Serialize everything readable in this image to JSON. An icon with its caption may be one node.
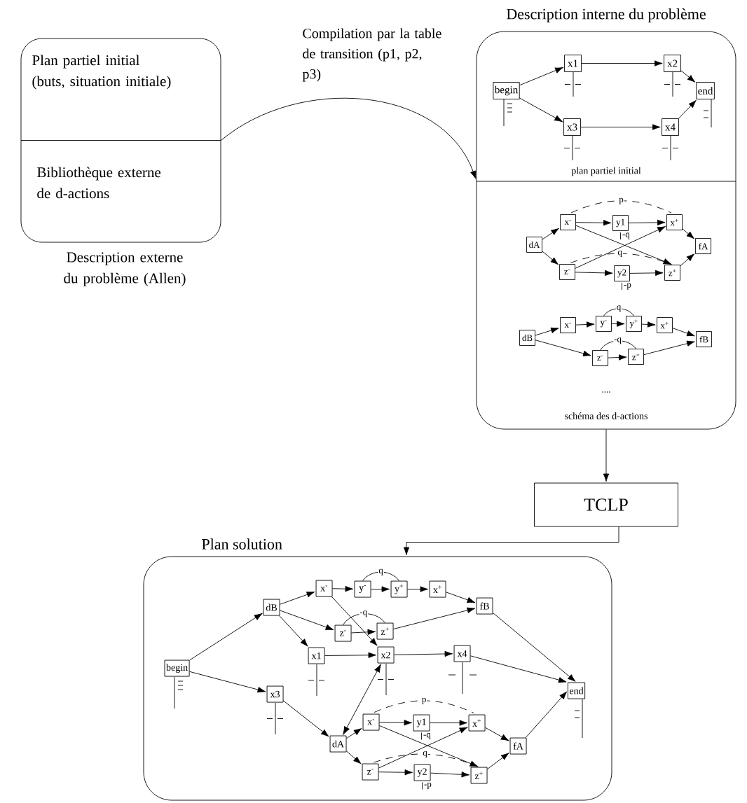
{
  "diagram": {
    "nodes": [
      {
        "text": [
          "Plan partiel initial (buts, situation initiale)",
          "Bibliothèque externe de d-actions"
        ],
        "beside": [
          "Description externe du problème (Allen)"
        ]
      },
      {
        "text": [
          "Description interne du problème",
          "plan partiel initial",
          "schéma des d-actions"
        ]
      },
      {
        "text": [
          "begin"
        ],
        "in": 1
      },
      {
        "text": [
          "x1"
        ],
        "in": 1
      },
      {
        "text": [
          "x2"
        ],
        "in": 1
      },
      {
        "text": [
          "end"
        ],
        "in": 1
      },
      {
        "text": [
          "x3"
        ],
        "in": 1
      },
      {
        "text": [
          "x4"
        ],
        "in": 1
      },
      {
        "text": [
          "dA"
        ],
        "in": 1
      },
      {
        "text": [
          "x$^{-}$"
        ],
        "in": 1
      },
      {
        "text": [
          "y1"
        ],
        "in": 1,
        "beside": [
          "-q"
        ]
      },
      {
        "text": [
          "x$^{+}$"
        ],
        "in": 1
      },
      {
        "text": [
          "z$^{-}$"
        ],
        "in": 1
      },
      {
        "text": [
          "y2"
        ],
        "in": 1,
        "beside": [
          "-p"
        ]
      },
      {
        "text": [
          "z$^{+}$"
        ],
        "in": 1
      },
      {
        "text": [
          "fA"
        ],
        "in": 1
      },
      {
        "text": [
          "dB"
        ],
        "in": 1
      },
      {
        "text": [
          "x$^{-}$"
        ],
        "in": 1
      },
      {
        "text": [
          "y$^{-}$"
        ],
        "in": 1
      },
      {
        "text": [
          "y$^{+}$"
        ],
        "in": 1
      },
      {
        "text": [
          "x$^{+}$"
        ],
        "in": 1
      },
      {
        "text": [
          "z$^{-}$"
        ],
        "in": 1
      },
      {
        "text": [
          "z$^{+}$"
        ],
        "in": 1
      },
      {
        "text": [
          "fB"
        ],
        "in": 1
      },
      {
        "text": [
          "TCLP"
        ]
      },
      {
        "text": [
          "Plan solution"
        ]
      },
      {
        "text": [
          "begin"
        ],
        "in": 25
      },
      {
        "text": [
          "dB"
        ],
        "in": 25
      },
      {
        "text": [
          "x$^{-}$"
        ],
        "in": 25
      },
      {
        "text": [
          "y$^{-}$"
        ],
        "in": 25
      },
      {
        "text": [
          "y$^{+}$"
        ],
        "in": 25
      },
      {
        "text": [
          "x$^{+}$"
        ],
        "in": 25
      },
      {
        "text": [
          "z$^{-}$"
        ],
        "in": 25
      },
      {
        "text": [
          "z$^{+}$"
        ],
        "in": 25
      },
      {
        "text": [
          "fB"
        ],
        "in": 25
      },
      {
        "text": [
          "x1"
        ],
        "in": 25
      },
      {
        "text": [
          "x2"
        ],
        "in": 25
      },
      {
        "text": [
          "x4"
        ],
        "in": 25
      },
      {
        "text": [
          "end"
        ],
        "in": 25
      },
      {
        "text": [
          "x3"
        ],
        "in": 25
      },
      {
        "text": [
          "dA"
        ],
        "in": 25
      },
      {
        "text": [
          "x$^{-}$"
        ],
        "in": 25
      },
      {
        "text": [
          "y1"
        ],
        "in": 25,
        "beside": [
          "-q"
        ]
      },
      {
        "text": [
          "x$^{+}$"
        ],
        "in": 25
      },
      {
        "text": [
          "z$^{-}$"
        ],
        "in": 25
      },
      {
        "text": [
          "y2"
        ],
        "in": 25,
        "beside": [
          "-p"
        ]
      },
      {
        "text": [
          "z$^{+}$"
        ],
        "in": 25
      },
      {
        "text": [
          "fA"
        ],
        "in": 25
      }
    ],
    "edges": [
      {
        "from": 0,
        "to": 1,
        "arrow": "to",
        "label": "Compilation par la table de transition (p1, p2, p3)"
      },
      {
        "from": 2,
        "to": 3,
        "arrow": "to"
      },
      {
        "from": 2,
        "to": 6,
        "arrow": "to"
      },
      {
        "from": 3,
        "to": 4,
        "arrow": "to"
      },
      {
        "from": 6,
        "to": 7,
        "arrow": "to"
      },
      {
        "from": 4,
        "to": 5,
        "arrow": "to"
      },
      {
        "from": 7,
        "to": 5,
        "arrow": "to"
      },
      {
        "from": 8,
        "to": 9,
        "arrow": "to"
      },
      {
        "from": 8,
        "to": 12,
        "arrow": "to"
      },
      {
        "from": 9,
        "to": 10,
        "arrow": "to"
      },
      {
        "from": 10,
        "to": 11,
        "arrow": "to"
      },
      {
        "from": 9,
        "to": 14,
        "arrow": "to"
      },
      {
        "from": 12,
        "to": 11,
        "arrow": "to"
      },
      {
        "from": 12,
        "to": 13,
        "arrow": "to"
      },
      {
        "from": 13,
        "to": 14,
        "arrow": "to"
      },
      {
        "from": 11,
        "to": 15,
        "arrow": "to"
      },
      {
        "from": 14,
        "to": 15,
        "arrow": "to"
      },
      {
        "from": 9,
        "to": 11,
        "arrow": "none",
        "style": "dashed",
        "label": "p"
      },
      {
        "from": 12,
        "to": 14,
        "arrow": "none",
        "style": "dashed",
        "label": "q"
      },
      {
        "from": 16,
        "to": 17,
        "arrow": "to"
      },
      {
        "from": 17,
        "to": 18,
        "arrow": "to"
      },
      {
        "from": 18,
        "to": 19,
        "arrow": "to"
      },
      {
        "from": 19,
        "to": 20,
        "arrow": "to"
      },
      {
        "from": 20,
        "to": 23,
        "arrow": "to"
      },
      {
        "from": 16,
        "to": 21,
        "arrow": "to"
      },
      {
        "from": 21,
        "to": 22,
        "arrow": "to"
      },
      {
        "from": 22,
        "to": 23,
        "arrow": "to"
      },
      {
        "from": 18,
        "to": 19,
        "arrow": "none",
        "label": "q"
      },
      {
        "from": 21,
        "to": 22,
        "arrow": "none",
        "label": "-q"
      },
      {
        "from": 1,
        "to": 24,
        "arrow": "to"
      },
      {
        "from": 24,
        "to": 25,
        "arrow": "to"
      },
      {
        "from": 26,
        "to": 27,
        "arrow": "to"
      },
      {
        "from": 26,
        "to": 39,
        "arrow": "to"
      },
      {
        "from": 27,
        "to": 28,
        "arrow": "to"
      },
      {
        "from": 27,
        "to": 32,
        "arrow": "to"
      },
      {
        "from": 27,
        "to": 35,
        "arrow": "to"
      },
      {
        "from": 28,
        "to": 29,
        "arrow": "to"
      },
      {
        "from": 29,
        "to": 30,
        "arrow": "to"
      },
      {
        "from": 30,
        "to": 31,
        "arrow": "to"
      },
      {
        "from": 31,
        "to": 34,
        "arrow": "to"
      },
      {
        "from": 28,
        "to": 36,
        "arrow": "to"
      },
      {
        "from": 32,
        "to": 33,
        "arrow": "to"
      },
      {
        "from": 33,
        "to": 34,
        "arrow": "to"
      },
      {
        "from": 35,
        "to": 36,
        "arrow": "to"
      },
      {
        "from": 36,
        "to": 37,
        "arrow": "to"
      },
      {
        "from": 37,
        "to": 38,
        "arrow": "to"
      },
      {
        "from": 34,
        "to": 38,
        "arrow": "to"
      },
      {
        "from": 39,
        "to": 40,
        "arrow": "to"
      },
      {
        "from": 40,
        "to": 36,
        "arrow": "both"
      },
      {
        "from": 40,
        "to": 41,
        "arrow": "to"
      },
      {
        "from": 40,
        "to": 44,
        "arrow": "to"
      },
      {
        "from": 41,
        "to": 42,
        "arrow": "to"
      },
      {
        "from": 42,
        "to": 43,
        "arrow": "to"
      },
      {
        "from": 41,
        "to": 46,
        "arrow": "to"
      },
      {
        "from": 44,
        "to": 43,
        "arrow": "to"
      },
      {
        "from": 44,
        "to": 45,
        "arrow": "to"
      },
      {
        "from": 45,
        "to": 46,
        "arrow": "to"
      },
      {
        "from": 43,
        "to": 47,
        "arrow": "to"
      },
      {
        "from": 46,
        "to": 47,
        "arrow": "to"
      },
      {
        "from": 47,
        "to": 38,
        "arrow": "to"
      },
      {
        "from": 41,
        "to": 43,
        "arrow": "none",
        "style": "dashed",
        "label": "p"
      },
      {
        "from": 44,
        "to": 46,
        "arrow": "none",
        "style": "dashed",
        "label": "q"
      },
      {
        "from": 29,
        "to": 30,
        "arrow": "none",
        "label": "q"
      },
      {
        "from": 32,
        "to": 33,
        "arrow": "none",
        "label": "-q"
      }
    ],
    "labels": [
      "...."
    ]
  }
}
